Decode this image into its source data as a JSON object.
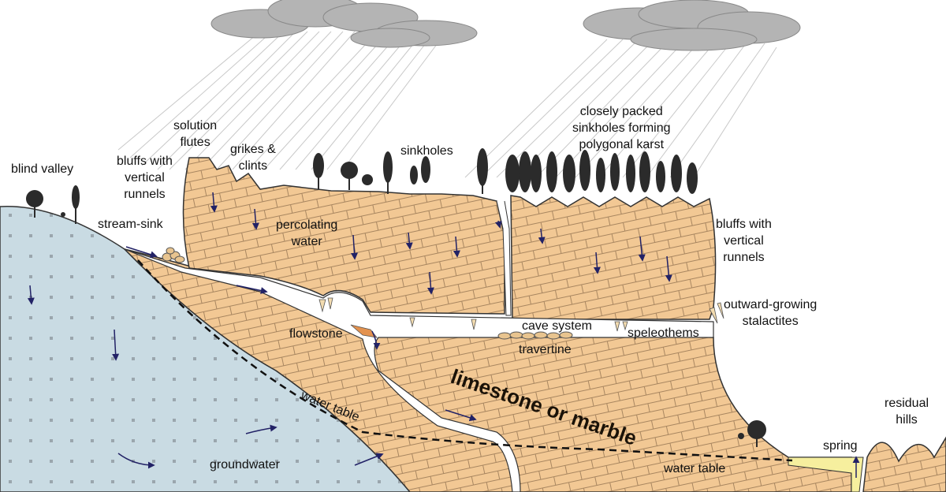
{
  "labels": {
    "blind_valley": "blind valley",
    "stream_sink": "stream-sink",
    "bluffs_left": "bluffs with\nvertical\nrunnels",
    "solution_flutes": "solution\nflutes",
    "grikes_clints": "grikes &\nclints",
    "sinkholes": "sinkholes",
    "polygonal_karst": "closely packed\nsinkholes forming\npolygonal karst",
    "percolating_water": "percolating\nwater",
    "bluffs_right": "bluffs with\nvertical\nrunnels",
    "outward_stalactites": "outward-growing\nstalactites",
    "cave_system": "cave system",
    "speleothems": "speleothems",
    "flowstone": "flowstone",
    "travertine": "travertine",
    "limestone": "limestone or marble",
    "water_table_left": "water table",
    "water_table_right": "water table",
    "groundwater": "groundwater",
    "spring": "spring",
    "residual_hills": "residual\nhills"
  },
  "colors": {
    "limestone": "#f2c894",
    "groundwater": "#c9dbe3",
    "cloud": "#b4b4b4",
    "arrow": "#222266",
    "spring_water": "#f6ef9e"
  }
}
